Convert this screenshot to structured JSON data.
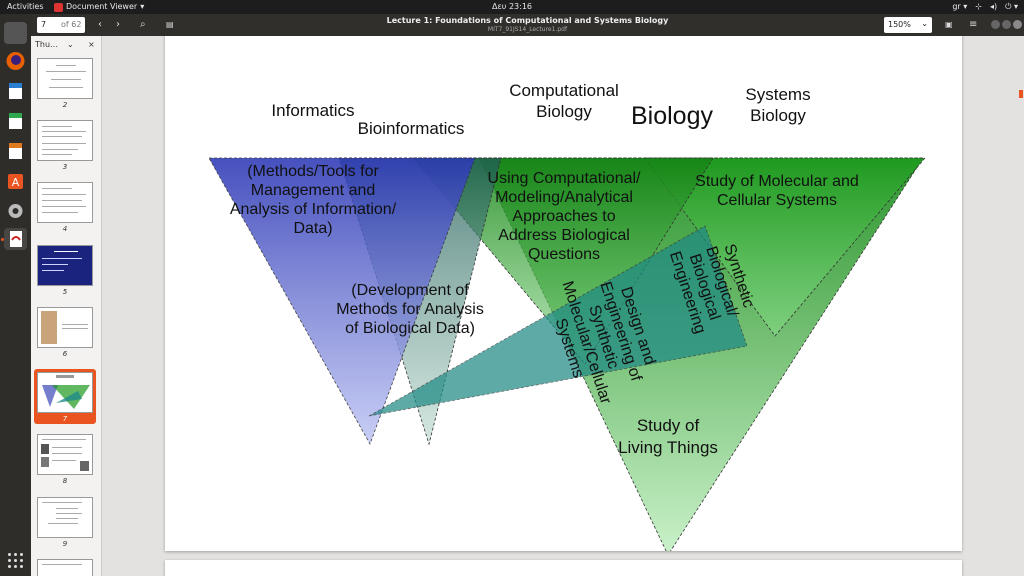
{
  "topbar": {
    "activities": "Activities",
    "app_name": "Document Viewer",
    "clock": "Δευ 23:16",
    "keyboard_layout": "gr"
  },
  "header": {
    "page_value": "7",
    "page_total": "of 62",
    "title": "Lecture 1: Foundations of Computational and Systems Biology",
    "filename": "MIT7_91JS14_Lecture1.pdf",
    "zoom": "150%"
  },
  "sidebar": {
    "label": "Thu…",
    "thumbs": [
      {
        "label": "2"
      },
      {
        "label": "3"
      },
      {
        "label": "4"
      },
      {
        "label": "5"
      },
      {
        "label": "6"
      },
      {
        "label": "7"
      },
      {
        "label": "8"
      },
      {
        "label": "9"
      }
    ]
  },
  "slide": {
    "informatics": "Informatics",
    "bioinformatics": "Bioinformatics",
    "computational_biology": [
      "Computational",
      "Biology"
    ],
    "biology": "Biology",
    "systems_biology": [
      "Systems",
      "Biology"
    ],
    "methods_tools": [
      "(Methods/Tools for",
      "Management and",
      "Analysis of Information/",
      "Data)"
    ],
    "using_computational": [
      "Using Computational/",
      "Modeling/Analytical",
      "Approaches to",
      "Address Biological",
      "Questions"
    ],
    "study_molecular": [
      "Study of Molecular and",
      "Cellular Systems"
    ],
    "development_methods": [
      "(Development of",
      "Methods for Analysis",
      "of Biological Data)"
    ],
    "synthetic_biology": [
      "Synthetic",
      "Biological/",
      "Biological",
      "Engineering"
    ],
    "design_engineering": [
      "Design and",
      "Engineering of",
      "Synthetic",
      "Molecular/Cellular",
      "Systems"
    ],
    "study_living": [
      "Study of",
      "Living Things"
    ]
  },
  "colors": {
    "accent": "#e95420",
    "informatics_fill": "#3a46b8",
    "green_fill": "#1e9a1e",
    "teal_fill": "#1f8a8a"
  }
}
